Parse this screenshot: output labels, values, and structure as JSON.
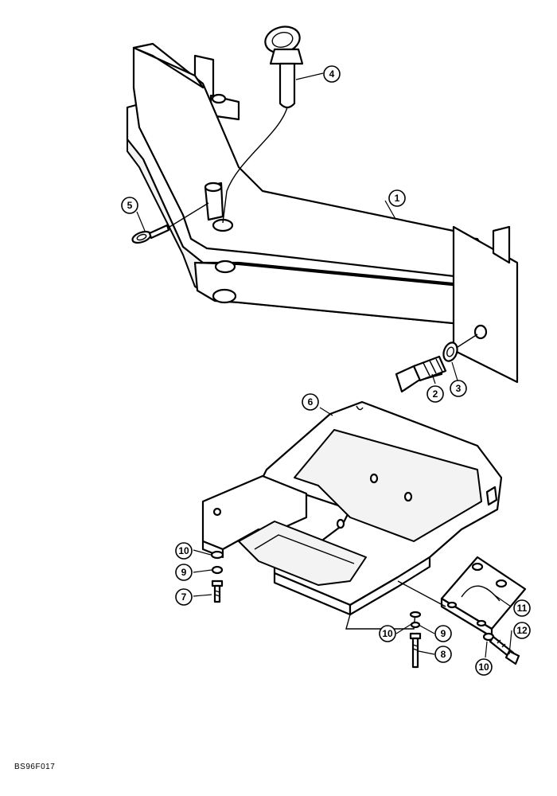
{
  "figure_ref": "BS96F017",
  "callouts": {
    "c1": "1",
    "c2": "2",
    "c3": "3",
    "c4": "4",
    "c5": "5",
    "c6": "6",
    "c7": "7",
    "c8": "8",
    "c9a": "9",
    "c9b": "9",
    "c10a": "10",
    "c10b": "10",
    "c10c": "10",
    "c11": "11",
    "c12": "12"
  }
}
